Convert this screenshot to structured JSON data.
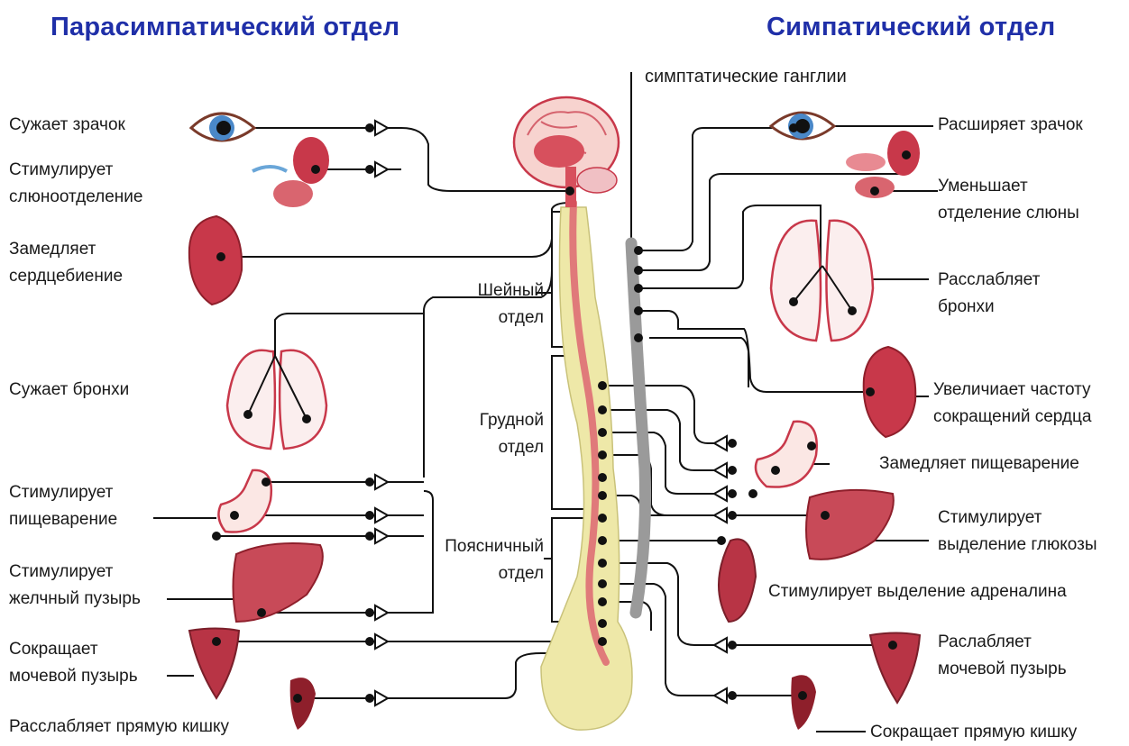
{
  "titles": {
    "left": "Парасимпатический отдел",
    "right": "Симпатический отдел"
  },
  "ganglia_label": "симптатические ганглии",
  "spine_sections": {
    "cervical": "Шейный\nотдел",
    "thoracic": "Грудной\nотдел",
    "lumbar": "Поясничный\nотдел"
  },
  "left_effects": [
    "Сужает зрачок",
    "Стимулирует\nслюноотделение",
    "Замедляет\nсердцебиение",
    "Сужает бронхи",
    "Стимулирует\nпищеварение",
    "Стимулирует\nжелчный пузырь",
    "Сокращает\nмочевой пузырь",
    "Расслабляет прямую кишку"
  ],
  "right_effects": [
    "Расширяет зрачок",
    "Уменьшает\nотделение слюны",
    "Расслабляет\nбронхи",
    "Увеличиает частоту\nсокращений сердца",
    "Замедляет пищеварение",
    "Стимулирует\nвыделение глюкозы",
    "Стимулирует выделение адреналина",
    "Раслабляет\nмочевой пузырь",
    "Сокращает прямую кишку"
  ],
  "colors": {
    "title": "#1f2fa8",
    "organ": "#c8384a",
    "organ_light": "#f2b8bc",
    "spine": "#e8e3a0",
    "ganglia": "#9a9a9a",
    "nerve": "#111111"
  }
}
